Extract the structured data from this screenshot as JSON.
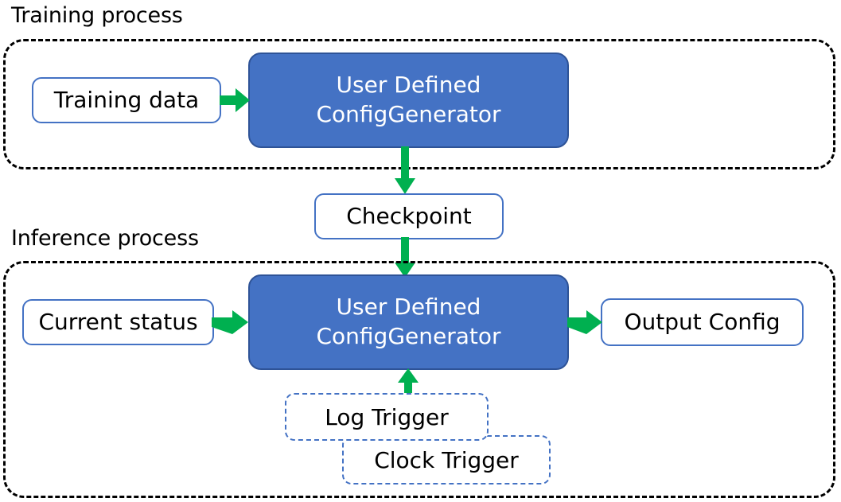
{
  "diagram": {
    "title_training": "Training process",
    "title_inference": "Inference process",
    "accent_blue": "#4472C4",
    "accent_blue_border": "#2E5397",
    "accent_green": "#00B050",
    "container_border": "#000000",
    "text_dark": "#000000",
    "text_light": "#FFFFFF"
  },
  "training": {
    "label": "Training process",
    "input_node": "Training data",
    "process_line1": "User Defined",
    "process_line2": "ConfigGenerator"
  },
  "checkpoint": {
    "label": "Checkpoint"
  },
  "inference": {
    "label": "Inference process",
    "input_node": "Current status",
    "process_line1": "User Defined",
    "process_line2": "ConfigGenerator",
    "output_node": "Output Config",
    "trigger_log": "Log Trigger",
    "trigger_clock": "Clock Trigger"
  },
  "arrows": {
    "train_data_to_generator": "arrow-right",
    "generator_to_checkpoint": "arrow-down",
    "checkpoint_to_generator": "arrow-down",
    "status_to_generator": "arrow-right",
    "generator_to_output": "arrow-right",
    "triggers_to_generator": "arrow-up"
  }
}
